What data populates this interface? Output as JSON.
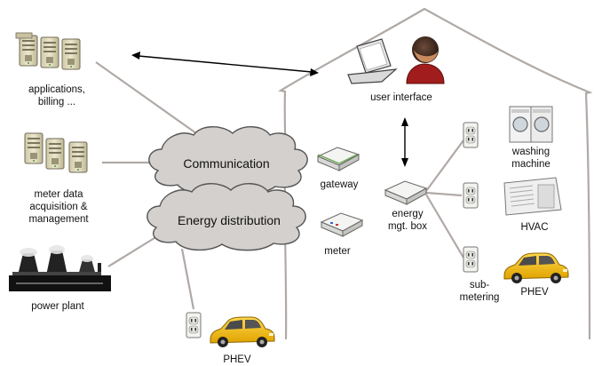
{
  "labels": {
    "applications": "applications,\nbilling ...",
    "meter_data": "meter data\nacquisition &\nmanagement",
    "power_plant": "power plant",
    "phev_outside": "PHEV",
    "communication": "Communication",
    "energy_distribution": "Energy distribution",
    "gateway": "gateway",
    "meter": "meter",
    "user_interface": "user interface",
    "energy_box": "energy\nmgt. box",
    "washing_machine": "washing\nmachine",
    "hvac": "HVAC",
    "phev_home": "PHEV",
    "sub_metering": "sub-\nmetering"
  },
  "icons": {
    "servers": "server-stack-icon",
    "plant": "power-plant-icon",
    "car": "car-icon",
    "outlet": "power-outlet-icon",
    "laptop": "laptop-icon",
    "user": "user-icon",
    "router": "router-icon",
    "washer": "washing-machine-icon",
    "ac": "air-conditioner-icon"
  },
  "colors": {
    "line": "#b0a9a6",
    "cloud_fill": "#d3d0cd",
    "car_body": "#f2b700"
  }
}
